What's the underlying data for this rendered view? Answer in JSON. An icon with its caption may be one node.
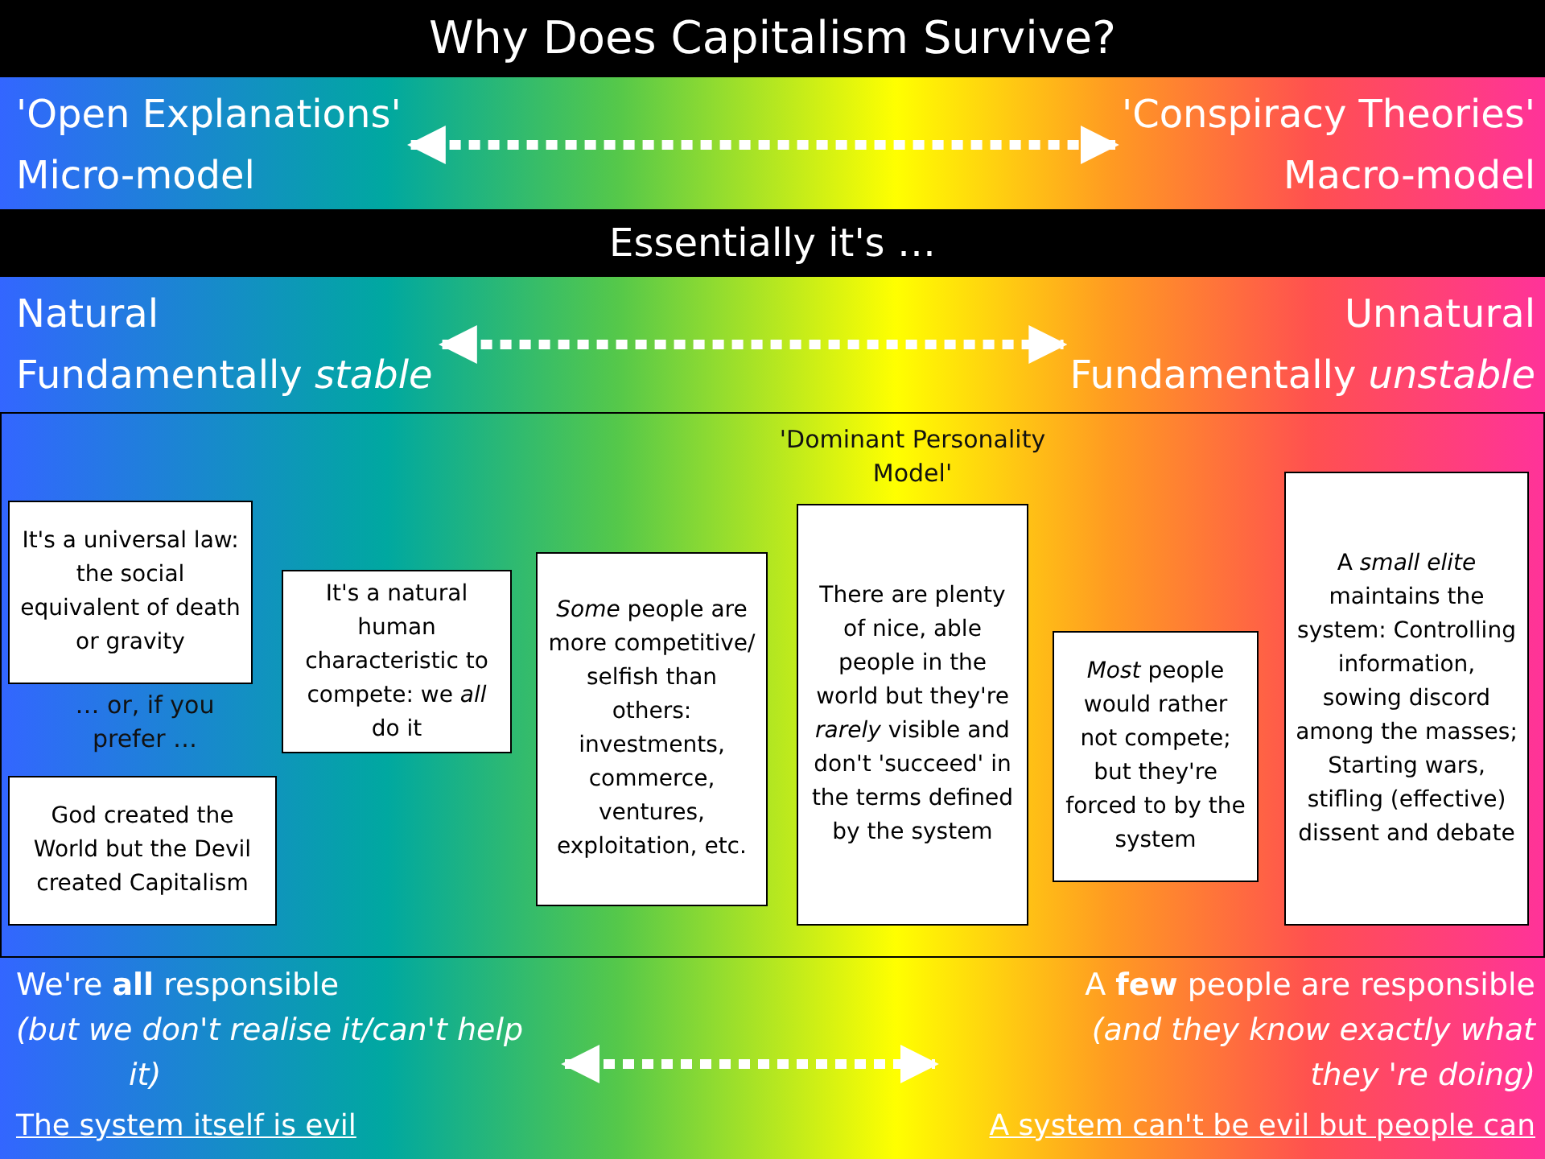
{
  "diagram": {
    "title": "Why Does Capitalism Survive?",
    "nodes": [
      {
        "text": [
          "'Open Explanations'",
          "Micro-model"
        ]
      },
      {
        "text": [
          "'Conspiracy Theories'",
          "Macro-model"
        ]
      },
      {
        "text": [
          "Natural",
          "Fundamentally *stable*"
        ]
      },
      {
        "text": [
          "Unnatural",
          "Fundamentally *unstable*"
        ]
      },
      {
        "text": [
          "It's a universal law: the social equivalent of death or gravity"
        ]
      },
      {
        "text": [
          "God created the World but the Devil created Capitalism"
        ]
      },
      {
        "text": [
          "It's a natural human characteristic to compete: we *all* do it"
        ]
      },
      {
        "text": [
          "*Some* people are more competitive/ selfish than others: investments, commerce, ventures, exploitation, etc."
        ]
      },
      {
        "text": [
          "There are plenty of nice, able people in the world but they're *rarely* visible and don't 'succeed' in the terms defined by the system"
        ],
        "beside": [
          "'Dominant Personality Model'"
        ]
      },
      {
        "text": [
          "*Most* people would rather not compete; but they're forced to by the system"
        ]
      },
      {
        "text": [
          "A *small elite* maintains the system: Controlling information, sowing discord among the masses; Starting wars, stifling (effective) dissent and debate"
        ]
      },
      {
        "text": [
          "We're **all** responsible",
          "(but we don't realise it/can't help it)",
          "The system itself is evil"
        ]
      },
      {
        "text": [
          "A **few** people are responsible",
          "(and they know exactly what they 're doing)",
          "A system can't be evil but people can"
        ]
      }
    ],
    "edges": [
      {
        "from": 0,
        "to": 1,
        "arrow": "both",
        "style": "dashed"
      },
      {
        "from": 2,
        "to": 3,
        "arrow": "both",
        "style": "dashed"
      },
      {
        "from": 11,
        "to": 12,
        "arrow": "both",
        "style": "dashed"
      }
    ],
    "labels": [
      "Essentially it's …",
      "… or, if you prefer …"
    ]
  }
}
